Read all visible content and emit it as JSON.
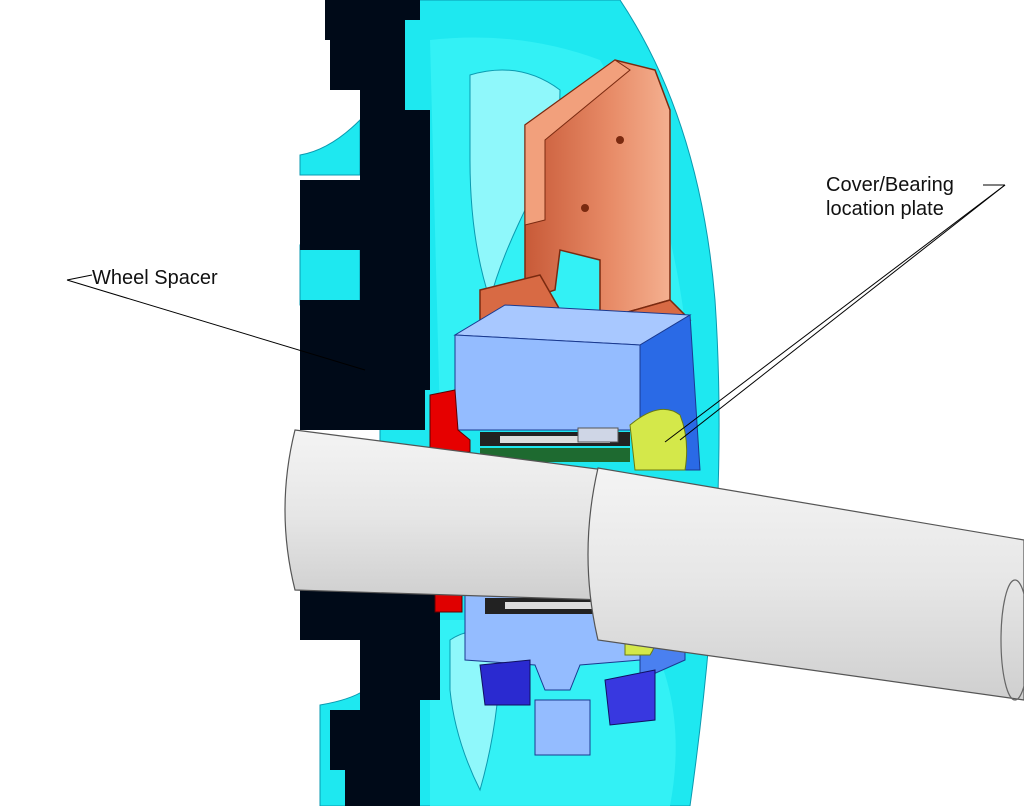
{
  "labels": {
    "wheel_spacer": "Wheel Spacer",
    "cover_line1": "Cover/Bearing",
    "cover_line2": "location plate"
  },
  "parts": [
    {
      "name": "wheel-spacer",
      "color": "#00ffff"
    },
    {
      "name": "wheel-spacer-section",
      "color": "#000814"
    },
    {
      "name": "bracket",
      "color": "#e07850"
    },
    {
      "name": "bearing-housing",
      "color": "#8ab4ff"
    },
    {
      "name": "bearing-housing-dark",
      "color": "#1e5fe0"
    },
    {
      "name": "cover-plate",
      "color": "#d4e84a"
    },
    {
      "name": "red-seal",
      "color": "#e00000"
    },
    {
      "name": "shaft",
      "color": "#eeeeee"
    },
    {
      "name": "lower-clamp",
      "color": "#2a2ad0"
    }
  ]
}
